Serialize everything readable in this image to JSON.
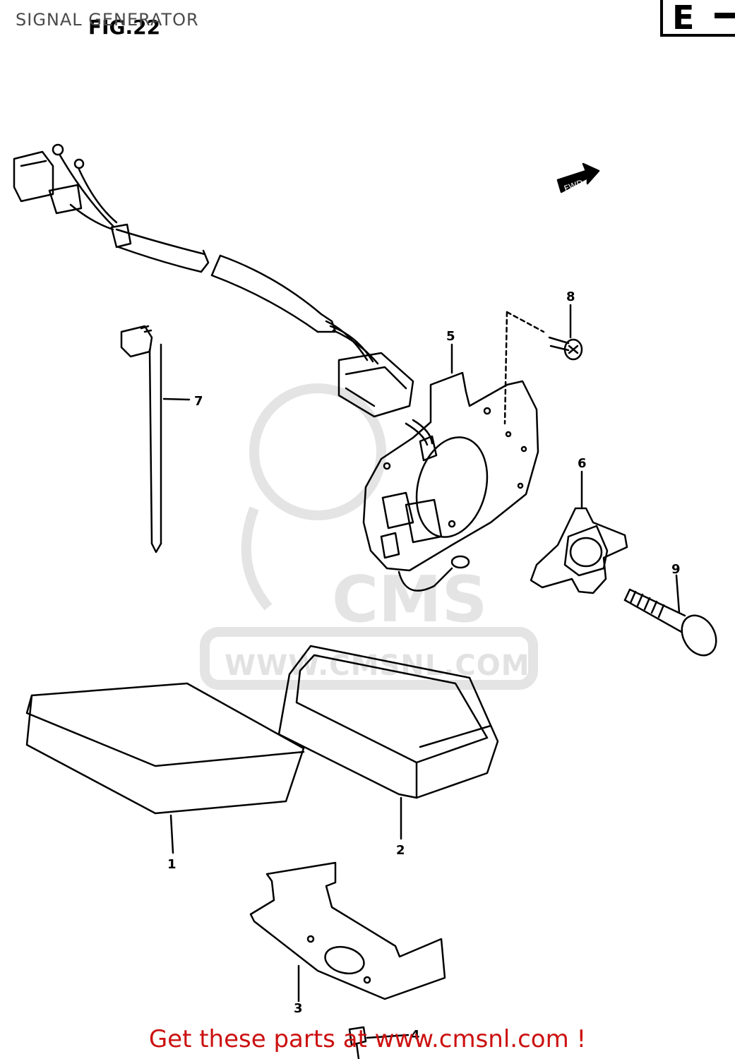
{
  "header": {
    "title": "SIGNAL GENERATOR",
    "fig_label": "FIG.22",
    "section_letter": "E"
  },
  "fwd_label": "FWD",
  "callouts": [
    "1",
    "2",
    "3",
    "4",
    "5",
    "6",
    "7",
    "8",
    "9"
  ],
  "watermark": {
    "text": "WWW.CMSNL.COM",
    "logo": "CMS"
  },
  "footer": {
    "link_text": "Get these parts at www.cmsnl.com !",
    "color": "#cc1111"
  },
  "colors": {
    "line": "#000000",
    "watermark": "#e2e2e2"
  }
}
